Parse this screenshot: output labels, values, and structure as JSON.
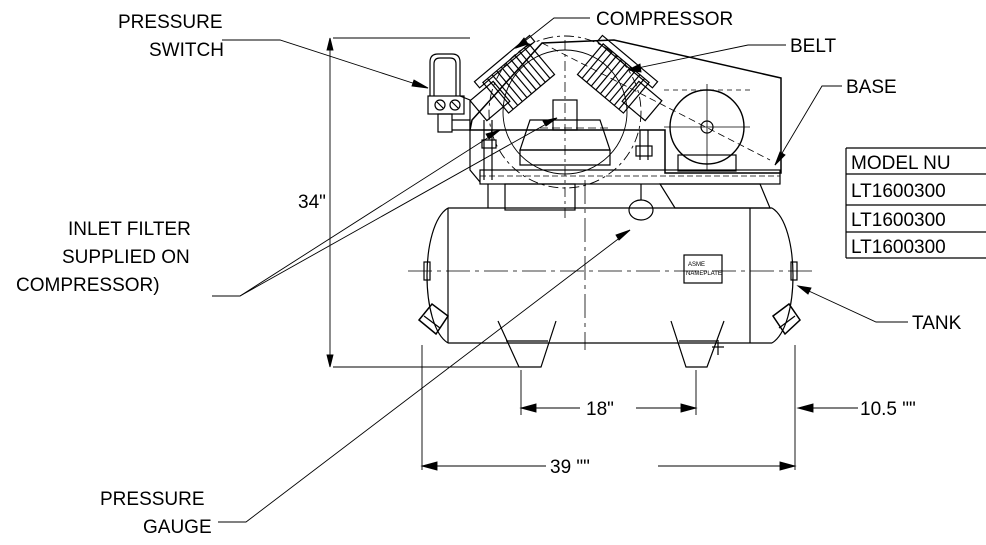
{
  "labels": {
    "pressure_switch": [
      "PRESSURE",
      "SWITCH"
    ],
    "compressor": "COMPRESSOR",
    "belt": "BELT",
    "base": "BASE",
    "inlet_filter": [
      "INLET FILTER",
      "SUPPLIED ON",
      "COMPRESSOR)"
    ],
    "tank": "TANK",
    "pressure_gauge": [
      "PRESSURE",
      "GAUGE"
    ],
    "nameplate": [
      "ASME",
      "NAMEPLATE"
    ]
  },
  "dimensions": {
    "height": "34\"",
    "leg_spacing": "18\"",
    "tank_offset": "10.5 \"\"",
    "overall_length": "39 \"\""
  },
  "model_table": {
    "header": "MODEL NU",
    "rows": [
      "LT1600300",
      "LT1600300",
      "LT1600300"
    ]
  }
}
